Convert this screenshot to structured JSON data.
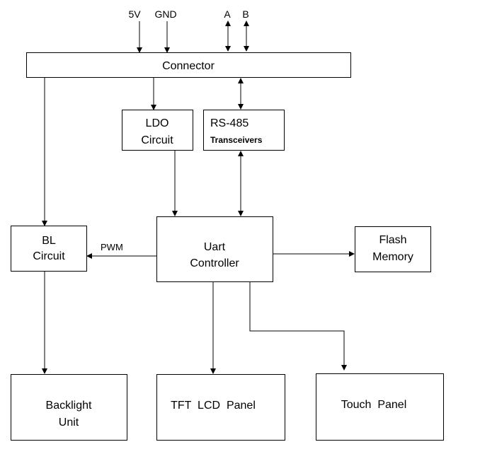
{
  "inputs": {
    "v5": "5V",
    "gnd": "GND",
    "a": "A",
    "b": "B"
  },
  "blocks": {
    "connector": "Connector",
    "ldo": {
      "line1": "LDO",
      "line2": "Circuit"
    },
    "rs485": {
      "line1": "RS-485",
      "line2": "Transceivers"
    },
    "bl": {
      "line1": "BL",
      "line2": "Circuit"
    },
    "uart": {
      "line1": "Uart",
      "line2": "Controller"
    },
    "flash": {
      "line1": "Flash",
      "line2": "Memory"
    },
    "backlight": {
      "line1": "Backlight",
      "line2": "Unit"
    },
    "tft": "TFT  LCD  Panel",
    "touch": "Touch  Panel"
  },
  "labels": {
    "pwm": "PWM"
  }
}
